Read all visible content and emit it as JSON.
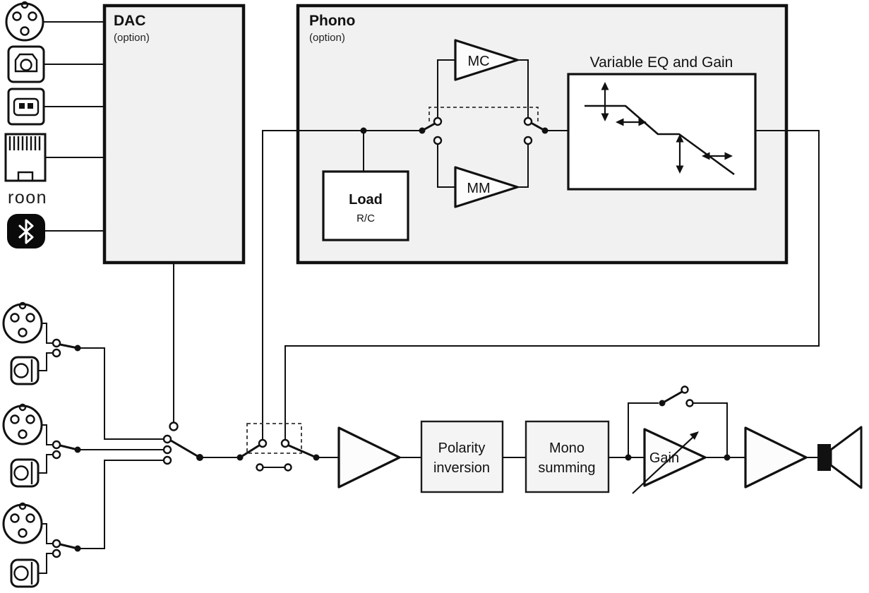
{
  "diagram": {
    "dac": {
      "label": "DAC",
      "sublabel": "(option)"
    },
    "phono": {
      "label": "Phono",
      "sublabel": "(option)",
      "load_label": "Load",
      "load_sublabel": "R/C",
      "mc_label": "MC",
      "mm_label": "MM",
      "eq_title": "Variable EQ and Gain"
    },
    "inputs": {
      "roon_label": "roon"
    },
    "processing": {
      "polarity_line1": "Polarity",
      "polarity_line2": "inversion",
      "mono_line1": "Mono",
      "mono_line2": "summing",
      "gain_label": "Gain"
    },
    "colors": {
      "option_box_fill": "#f1f1f1",
      "process_box_fill": "#f4f4f4",
      "line": "#111111",
      "background": "#ffffff"
    }
  }
}
